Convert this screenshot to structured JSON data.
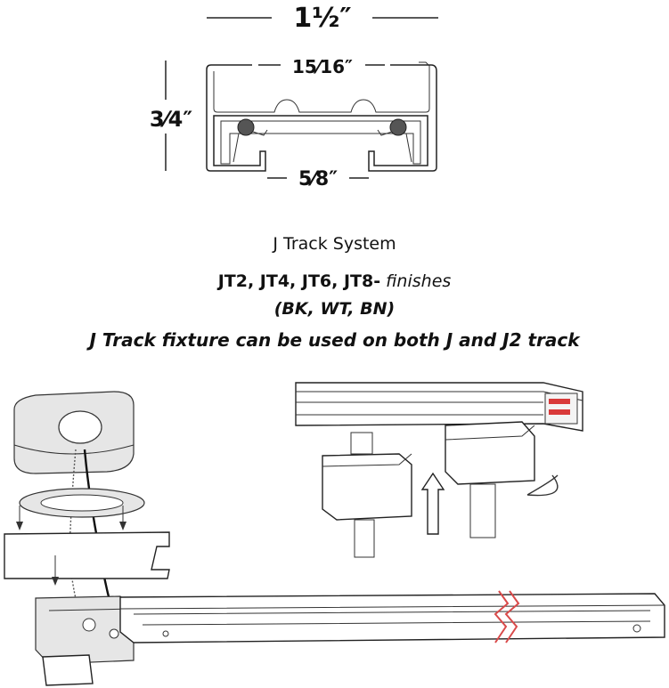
{
  "dimensions": {
    "overall_width": "1½″",
    "inner_width": "15⁄16″",
    "height": "3⁄4″",
    "slot_width": "5⁄8″"
  },
  "captions": {
    "system_title": "J Track System",
    "models": "JT2, JT4, JT6, JT8-",
    "finishes_word": "finishes",
    "colors": "(BK, WT, BN)",
    "compatibility_note": "J Track fixture can be used on both J and J2 track"
  },
  "colors": {
    "line": "#222222",
    "contact_red": "#d93a3a",
    "break_mark": "#d94a4a"
  }
}
